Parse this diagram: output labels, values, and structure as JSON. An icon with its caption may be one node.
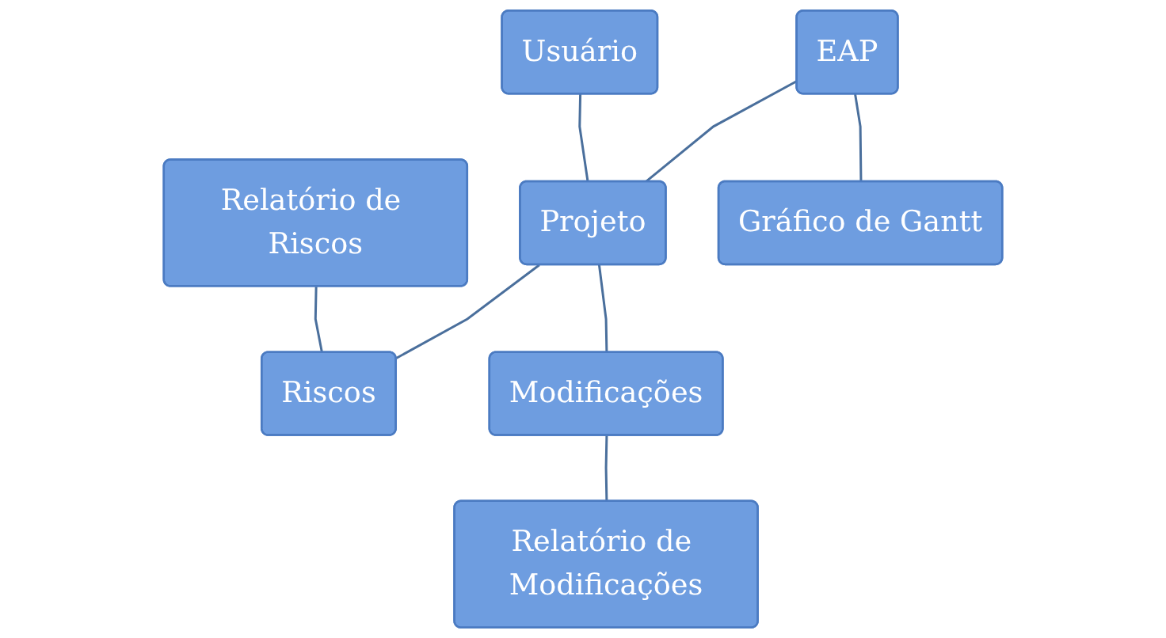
{
  "diagram": {
    "nodes": [
      {
        "text": [
          "Usuário"
        ]
      },
      {
        "text": [
          "Relatório de Riscos"
        ]
      },
      {
        "text": [
          "EAP"
        ]
      },
      {
        "text": [
          "Projeto"
        ]
      },
      {
        "text": [
          "Riscos"
        ]
      },
      {
        "text": [
          "Gráfico de Gantt"
        ]
      },
      {
        "text": [
          "Modificações"
        ]
      },
      {
        "text": [
          "Relatório de Modificações"
        ]
      }
    ],
    "edges": [
      {
        "from": 0,
        "to": 3,
        "arrow": "none"
      },
      {
        "from": 1,
        "to": 4,
        "arrow": "none"
      },
      {
        "from": 2,
        "to": 3,
        "arrow": "none"
      },
      {
        "from": 3,
        "to": 4,
        "arrow": "none"
      },
      {
        "from": 2,
        "to": 5,
        "arrow": "none"
      },
      {
        "from": 3,
        "to": 6,
        "arrow": "none"
      },
      {
        "from": 6,
        "to": 7,
        "arrow": "none"
      }
    ]
  }
}
